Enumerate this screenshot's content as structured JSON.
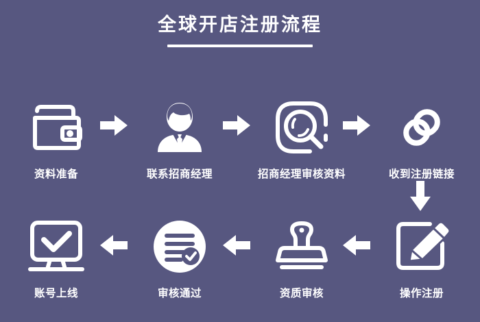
{
  "header": {
    "title": "全球开店注册流程"
  },
  "theme": {
    "background": "#575780",
    "foreground": "#ffffff"
  },
  "flow": {
    "rows": [
      {
        "direction": "right",
        "steps": [
          {
            "index": 1,
            "label": "资料准备",
            "icon": "wallet-icon"
          },
          {
            "index": 2,
            "label": "联系招商经理",
            "icon": "businessman-icon"
          },
          {
            "index": 3,
            "label": "招商经理审核资料",
            "icon": "magnifier-scan-icon"
          },
          {
            "index": 4,
            "label": "收到注册链接",
            "icon": "chain-link-icon"
          }
        ]
      },
      {
        "direction": "left",
        "steps": [
          {
            "index": 8,
            "label": "账号上线",
            "icon": "monitor-check-icon"
          },
          {
            "index": 7,
            "label": "审核通过",
            "icon": "checklist-approved-icon"
          },
          {
            "index": 6,
            "label": "资质审核",
            "icon": "rubber-stamp-icon"
          },
          {
            "index": 5,
            "label": "操作注册",
            "icon": "pencil-edit-icon"
          }
        ]
      }
    ],
    "connectors": [
      {
        "name": "arrow-right-1",
        "direction": "right"
      },
      {
        "name": "arrow-right-2",
        "direction": "right"
      },
      {
        "name": "arrow-right-3",
        "direction": "right"
      },
      {
        "name": "arrow-down-1",
        "direction": "down"
      },
      {
        "name": "arrow-left-1",
        "direction": "left"
      },
      {
        "name": "arrow-left-2",
        "direction": "left"
      },
      {
        "name": "arrow-left-3",
        "direction": "left"
      }
    ]
  }
}
